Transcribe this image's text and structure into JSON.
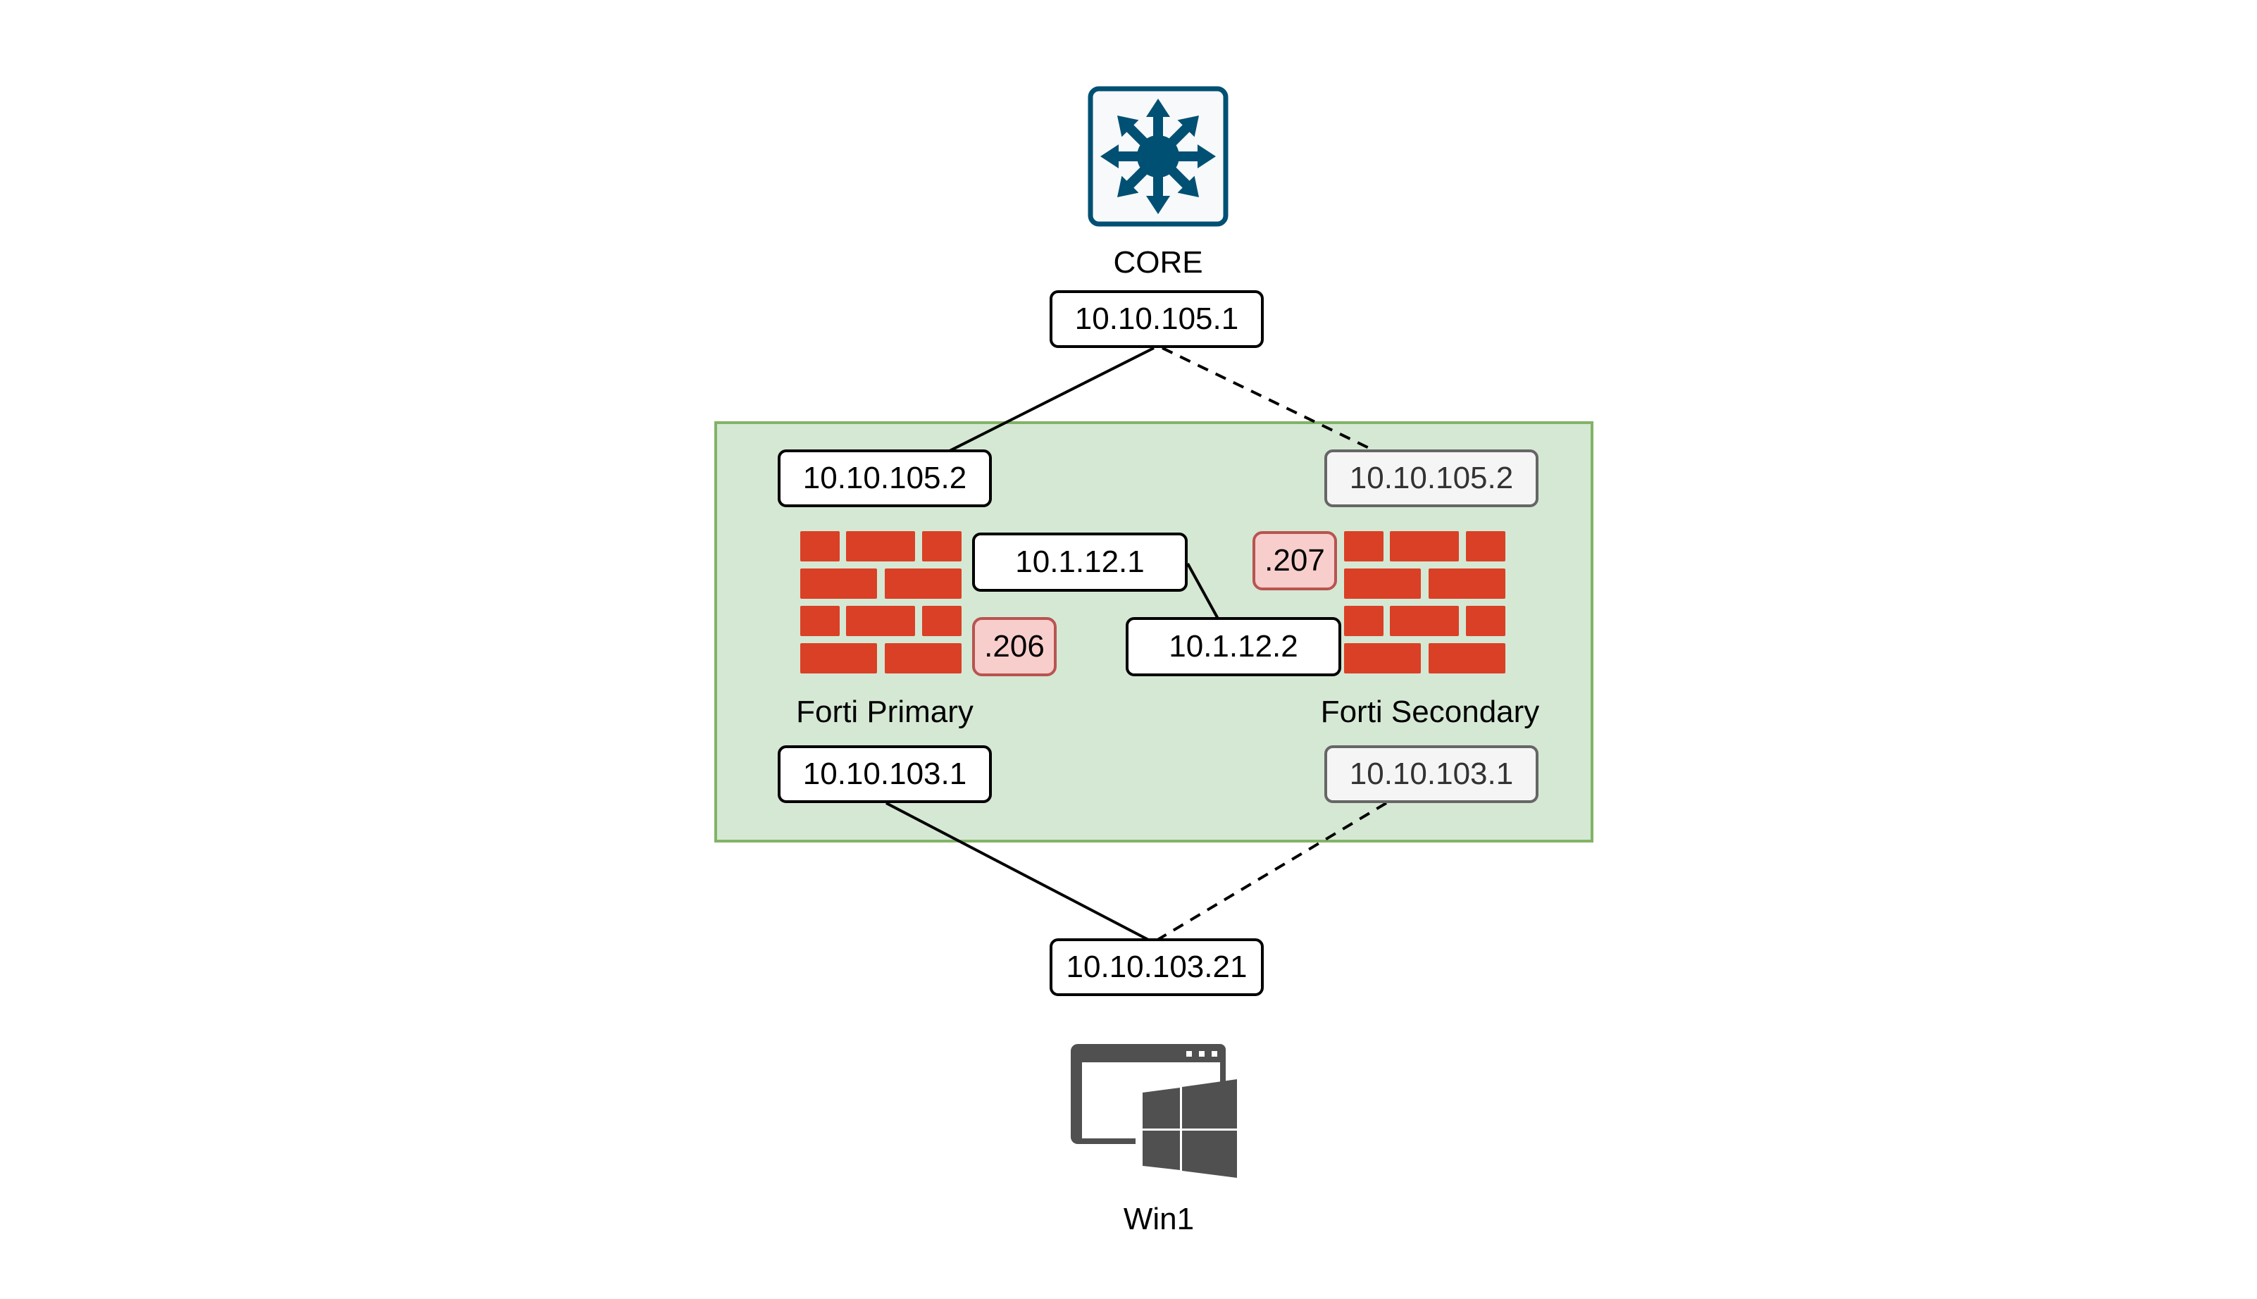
{
  "diagram": {
    "colors": {
      "zone_fill": "#d5e8d4",
      "zone_border": "#82b366",
      "firewall": "#da4026",
      "tag_fill": "#f8cecc",
      "tag_border": "#b85450",
      "switch": "#005073",
      "windows": "#505050",
      "standby_fill": "#f5f5f5",
      "standby_border": "#666666"
    },
    "core": {
      "icon": "layer3-switch-icon",
      "label": "CORE",
      "ip": "10.10.105.1"
    },
    "forti_primary": {
      "icon": "firewall-icon",
      "label": "Forti Primary",
      "uplink_ip": "10.10.105.2",
      "downlink_ip": "10.10.103.1",
      "ha_ip": "10.1.12.1",
      "tag": ".206"
    },
    "forti_secondary": {
      "icon": "firewall-icon",
      "label": "Forti Secondary",
      "uplink_ip": "10.10.105.2",
      "downlink_ip": "10.10.103.1",
      "ha_ip": "10.1.12.2",
      "tag": ".207"
    },
    "client": {
      "icon": "windows-client-icon",
      "label": "Win1",
      "ip": "10.10.103.21"
    },
    "links": [
      {
        "from": "CORE",
        "to": "Forti Primary",
        "style": "solid"
      },
      {
        "from": "CORE",
        "to": "Forti Secondary",
        "style": "dashed"
      },
      {
        "from": "Forti Primary",
        "to": "Forti Secondary",
        "style": "solid",
        "kind": "ha"
      },
      {
        "from": "Forti Primary",
        "to": "Win1",
        "style": "solid"
      },
      {
        "from": "Forti Secondary",
        "to": "Win1",
        "style": "dashed"
      }
    ]
  }
}
